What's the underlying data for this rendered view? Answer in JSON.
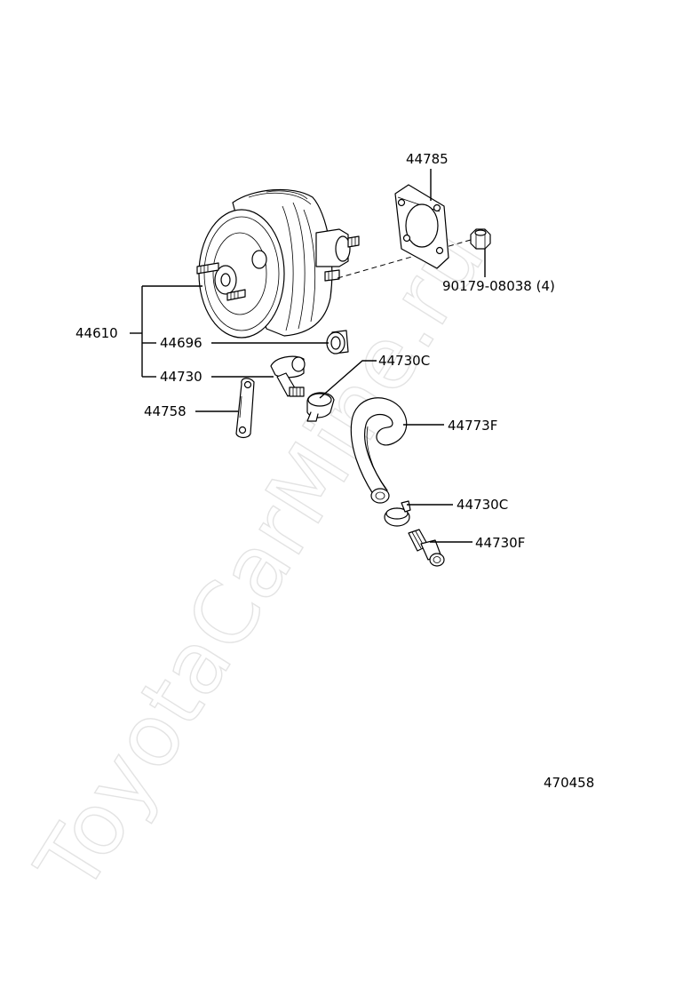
{
  "watermark": "ToyotaCarMine.ru",
  "diagram_id": "470458",
  "parts": {
    "booster_assembly": "44610",
    "grommet": "44696",
    "check_valve": "44730",
    "bracket": "44758",
    "gasket": "44785",
    "nut": "90179-08038 (4)",
    "clamp_upper": "44730C",
    "vacuum_hose": "44773F",
    "clamp_lower": "44730C",
    "union": "44730F"
  }
}
